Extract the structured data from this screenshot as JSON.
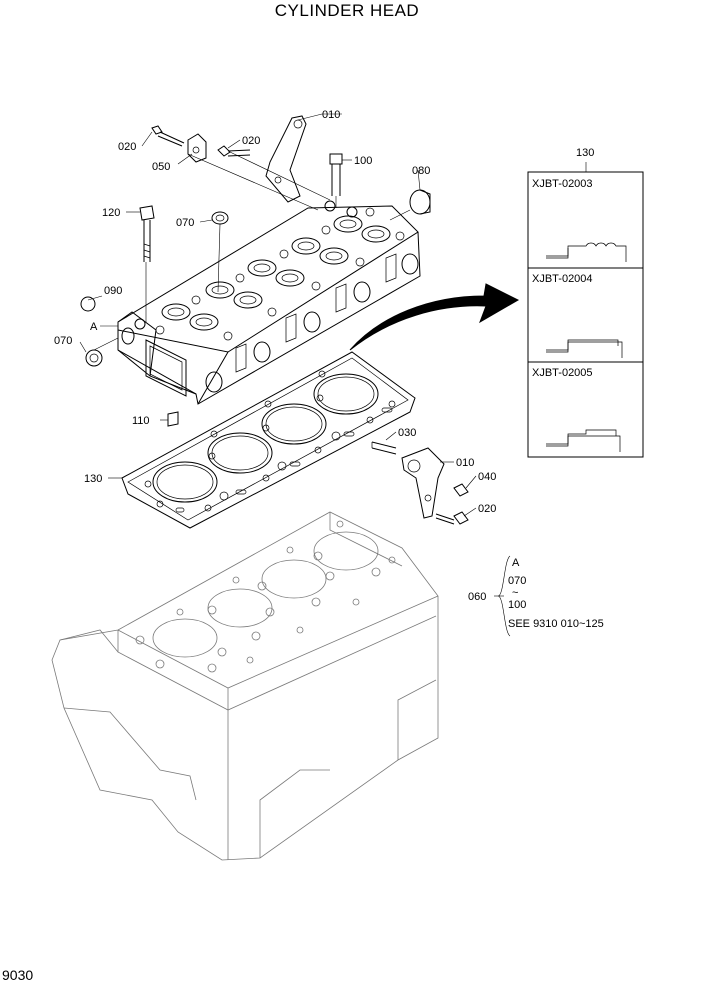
{
  "title": "CYLINDER HEAD",
  "page_number": "9030",
  "callouts": {
    "c010_top": "010",
    "c020_a": "020",
    "c050": "050",
    "c020_b": "020",
    "c100": "100",
    "c080": "080",
    "c120": "120",
    "c070_top": "070",
    "c090": "090",
    "cA": "A",
    "c070_left": "070",
    "c110": "110",
    "c130_gasket": "130",
    "c030": "030",
    "c010_bottom": "010",
    "c040": "040",
    "c020_bottom": "020",
    "c130_inset": "130"
  },
  "inset": {
    "rows": [
      "XJBT-02003",
      "XJBT-02004",
      "XJBT-02005"
    ]
  },
  "note": {
    "ref": "060",
    "line1": "A",
    "line2": "070",
    "line3": "~",
    "line4": "100",
    "line5": "SEE 9310 010~125"
  }
}
